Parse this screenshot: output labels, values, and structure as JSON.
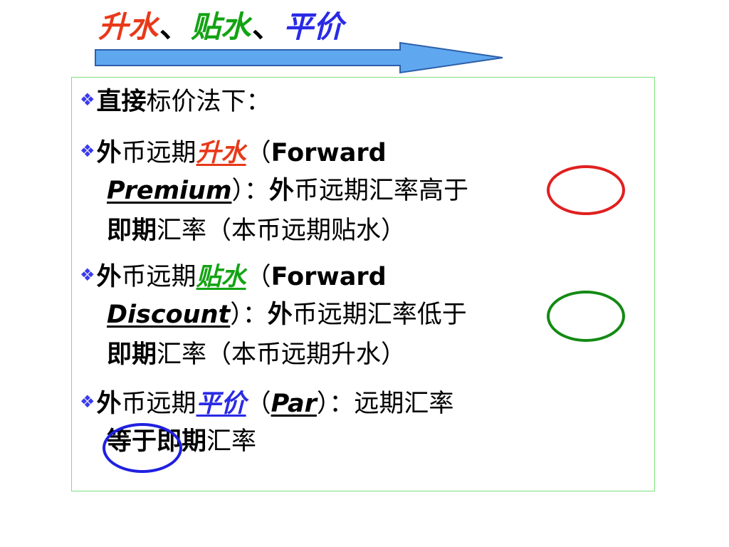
{
  "title": {
    "t1": "升水",
    "sep1": "、",
    "t2": "贴水",
    "sep2": "、",
    "t3": "平价",
    "colors": {
      "t1": "#e8391a",
      "t2": "#13a313",
      "t3": "#2a2ae6"
    }
  },
  "arrow": {
    "fill": "#5fa8f0",
    "stroke": "#2d5fa8"
  },
  "border_color": "#7ee07e",
  "bullet_marker": "❖",
  "bullets": {
    "b1": {
      "bold": "直接",
      "rest": "标价法下："
    },
    "b2": {
      "pre": "外",
      "pre2": "币远期",
      "term": "升水",
      "open": "（",
      "en1": "Forward",
      "en2": "Premium",
      "close": "）",
      "colon": "：",
      "sub": "外",
      "mid": "币远期汇率高于",
      "line3_bold": "即期",
      "line3_rest": "汇率（本币远期贴水）"
    },
    "b3": {
      "pre": "外",
      "pre2": "币远期",
      "term": "贴水",
      "open": "（",
      "en1": "Forward",
      "en2": "Discount",
      "close": "）",
      "colon": "：",
      "sub": "外",
      "mid": "币远期汇率低于",
      "line3_bold": "即期",
      "line3_rest": "汇率（本币远期升水）"
    },
    "b4": {
      "pre": "外",
      "pre2": "币远期",
      "term": "平价",
      "open": "（",
      "en": "Par",
      "close": "）",
      "rest": "：远期汇率",
      "line2_a": "等于",
      "line2_b": "即期",
      "line2_c": "汇率"
    }
  },
  "circle_colors": {
    "red": "#e02020",
    "green": "#138a13",
    "blue": "#2020e0"
  }
}
